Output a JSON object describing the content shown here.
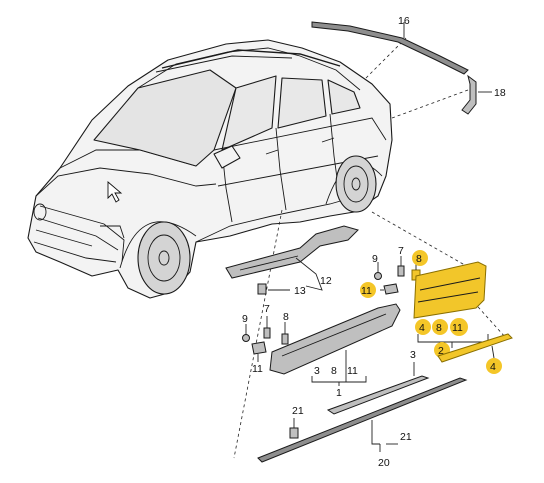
{
  "callouts": {
    "c16": "16",
    "c18": "18",
    "c12": "12",
    "c13": "13",
    "c9a": "9",
    "c7a": "7",
    "c8a": "8",
    "c11a": "11",
    "c4a": "4",
    "c8b": "8",
    "c11b": "11",
    "c2": "2",
    "c4b": "4",
    "c9b": "9",
    "c7b": "7",
    "c8c": "8",
    "c11c": "11",
    "c3a": "3",
    "c8d": "8",
    "c11d": "11",
    "c1": "1",
    "c3b": "3",
    "c21a": "21",
    "c21b": "21",
    "c20": "20"
  },
  "colors": {
    "highlight": "#f4c628",
    "part_gold": "#f2c62a",
    "part_grey": "#bfbfbf",
    "outline": "#1a1a1a"
  }
}
